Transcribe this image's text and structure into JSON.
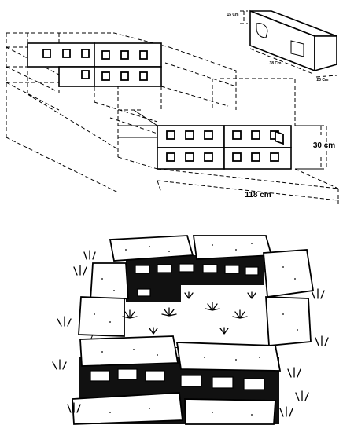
{
  "top_diagram": {
    "dimensions": {
      "width": "118 cm",
      "height": "30 cm"
    },
    "block_inset": {
      "height_label": "15 Cm",
      "length_label": "38 Cm",
      "depth_label": "20 Cm"
    }
  },
  "bottom_illustration": {}
}
